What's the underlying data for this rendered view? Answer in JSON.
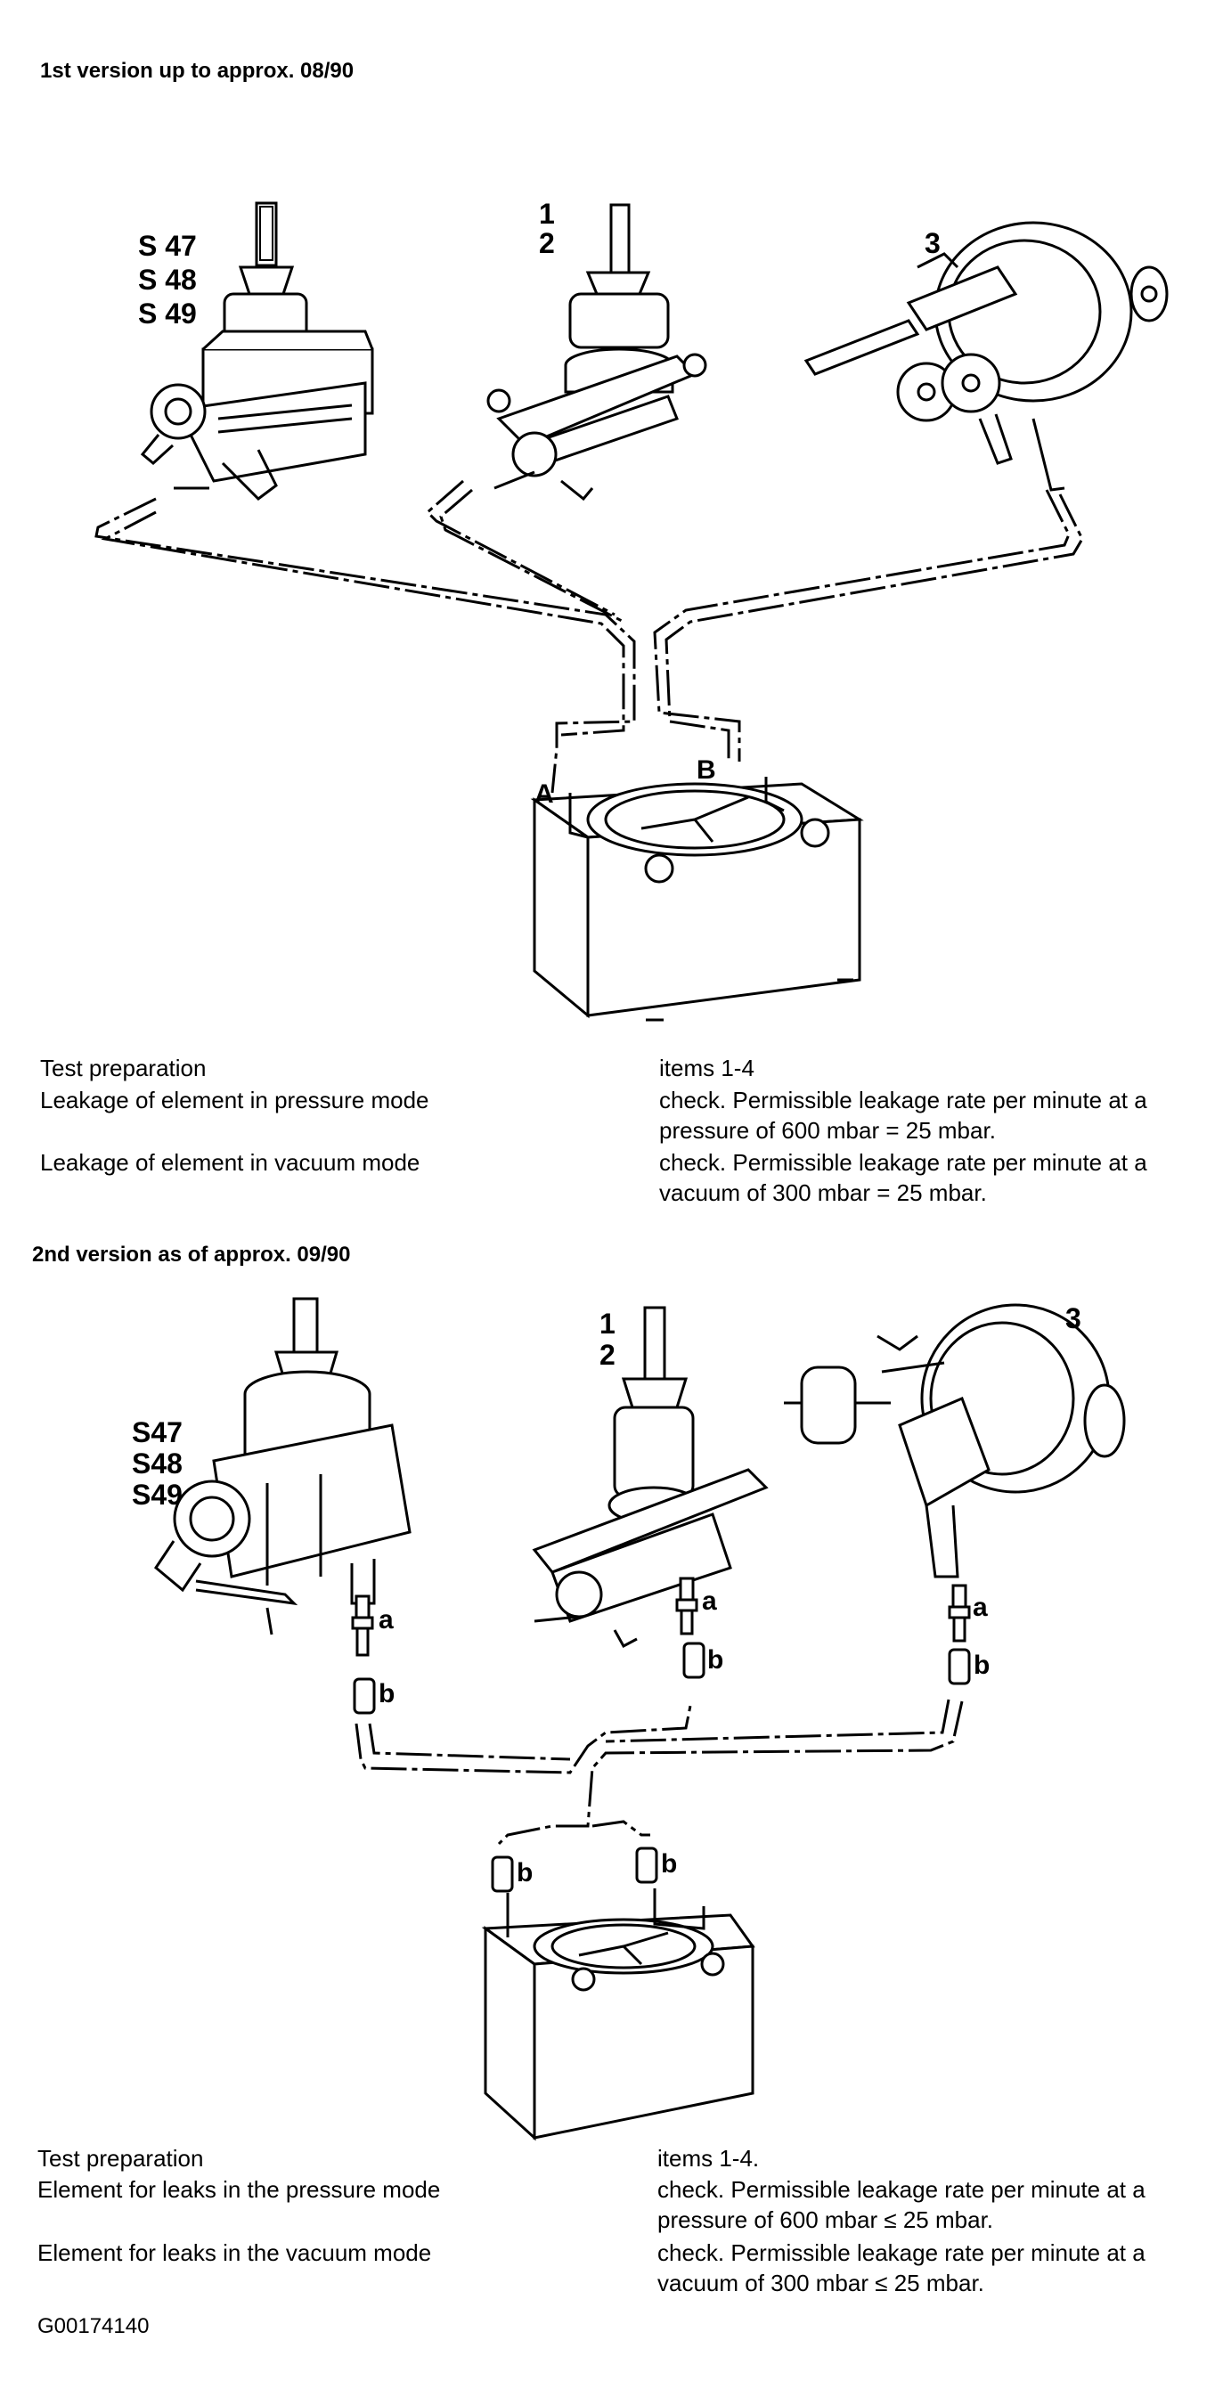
{
  "section1": {
    "heading": "1st version up to approx. 08/90",
    "labels": {
      "s47": "S 47",
      "s48": "S 48",
      "s49": "S 49",
      "n1": "1",
      "n2": "2",
      "n3": "3",
      "a": "A",
      "b": "B"
    },
    "rows": [
      {
        "left": "Test preparation",
        "right": "items 1-4"
      },
      {
        "left": "Leakage of element in pressure mode",
        "right": "check. Permissible leakage rate per minute at a pressure of 600 mbar = 25 mbar."
      },
      {
        "left": "Leakage of element in vacuum mode",
        "right": "check. Permissible leakage rate per minute at a vacuum of 300 mbar = 25 mbar."
      }
    ]
  },
  "section2": {
    "heading": "2nd version as of approx. 09/90",
    "labels": {
      "s47": "S47",
      "s48": "S48",
      "s49": "S49",
      "n1": "1",
      "n2": "2",
      "n3": "3",
      "a": "a",
      "b": "b"
    },
    "rows": [
      {
        "left": "Test preparation",
        "right": "items 1-4."
      },
      {
        "left": "Element for leaks in the pressure mode",
        "right": "check. Permissible leakage rate per minute at a pressure of 600 mbar ≤ 25 mbar."
      },
      {
        "left": "Element for leaks in the vacuum mode",
        "right": "check. Permissible leakage rate per minute at a vacuum of 300 mbar ≤ 25 mbar."
      }
    ]
  },
  "footer": {
    "code": "G00174140"
  }
}
